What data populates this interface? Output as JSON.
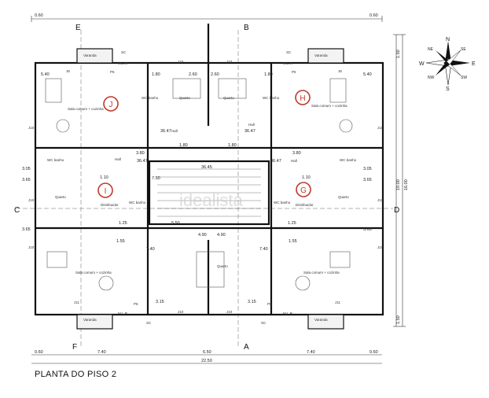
{
  "title": "PLANTA DO PISO 2",
  "watermark": "idealista",
  "axes": {
    "E": "E",
    "B": "B",
    "C": "C",
    "D": "D",
    "F": "F",
    "A": "A"
  },
  "apartments": {
    "J": "J",
    "H": "H",
    "I": "I",
    "G": "G"
  },
  "compass": {
    "N": "N",
    "E": "E",
    "S": "S",
    "W": "W",
    "NE": "NE",
    "SE": "SE",
    "NW": "NW",
    "SW": "SW"
  },
  "dimensions": {
    "top_left": "0.60",
    "top_right": "0.60",
    "bottom_left": "0.60",
    "bottom_right": "0.60",
    "bottom_740_left": "7.40",
    "bottom_650": "6.50",
    "bottom_740_right": "7.40",
    "total": "22.50",
    "right_150_top": "1.50",
    "right_19": "19.00",
    "right_1600": "16.00",
    "right_150_bottom": "1.50",
    "c540_tl": "5.40",
    "c540_tr": "5.40",
    "c180_a": "1.80",
    "c180_b": "1.80",
    "c180_c": "1.80",
    "c180_d": "1.80",
    "c260_a": "2.60",
    "c260_b": "2.60",
    "c380_a": "3.80",
    "c380_b": "3.80",
    "c305_a": "3.05",
    "c305_b": "3.05",
    "c365_a": "3.65",
    "c365_b": "3.65",
    "c365_c": "3.65",
    "c365_d": "3.65",
    "c110_a": "1.10",
    "c110_b": "1.10",
    "c750": "7.50",
    "c550": "5.50",
    "c155_a": "1.55",
    "c155_b": "1.55",
    "c740_a": "7.40",
    "c740_b": "7.40",
    "c315_a": "3.15",
    "c315_b": "3.15",
    "c125_a": "1.25",
    "c125_b": "1.25",
    "c490_a": "4.90",
    "c490_b": "4.90",
    "a3647_1": "36.47",
    "a3647_2": "36.47",
    "a3647_3": "36.47",
    "a3647_4": "36.47",
    "a3645": "36.45"
  },
  "labels": {
    "varanda": "Varanda",
    "ml": "M.L.R",
    "sc": "SC",
    "p6": "P6",
    "j8": "J8",
    "j10": "J10",
    "j11": "J11",
    "sala": "Sala comum + cozinha",
    "wc": "WC banho",
    "quarto": "Quarto",
    "hall": "Hall",
    "distribuidor": "Distribuidor"
  }
}
